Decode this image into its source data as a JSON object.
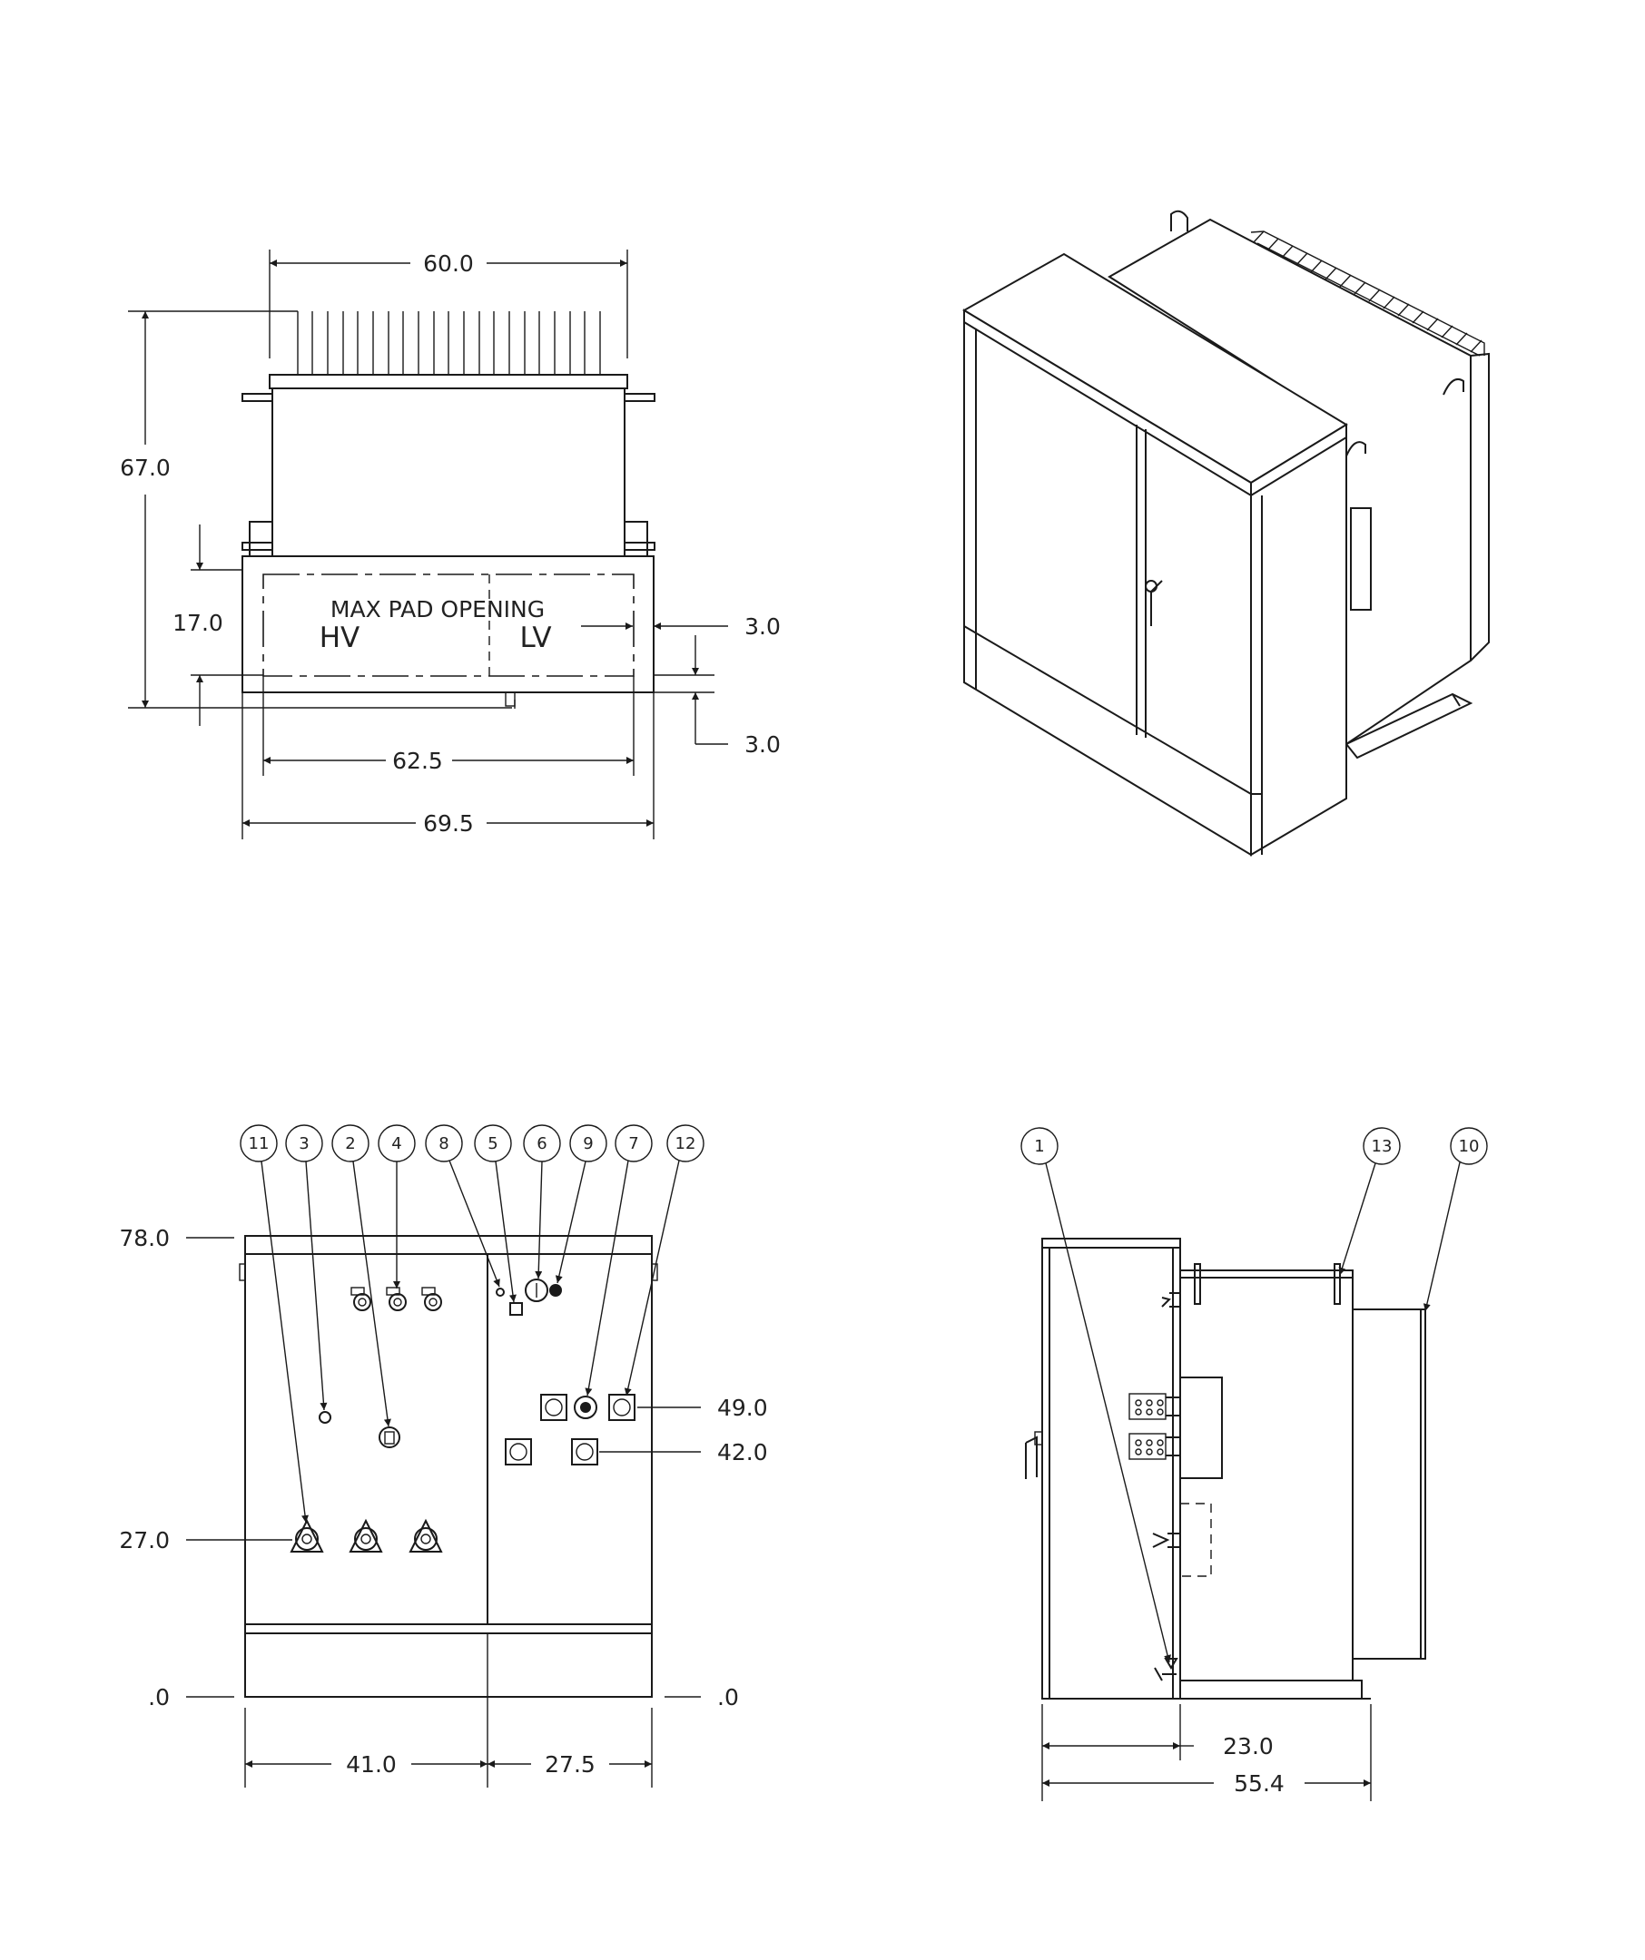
{
  "top_view": {
    "dims": {
      "width_60": "60.0",
      "height_67": "67.0",
      "pad_17": "17.0",
      "offset_top": "3.0",
      "offset_bottom": "3.0",
      "pad_62": "62.5",
      "overall_69": "69.5"
    },
    "labels": {
      "pad": "MAX PAD OPENING",
      "hv": "HV",
      "lv": "LV"
    }
  },
  "front_view": {
    "dims": {
      "h78": "78.0",
      "h49": "49.0",
      "h42": "42.0",
      "h27": "27.0",
      "zero_left": ".0",
      "zero_right": ".0",
      "w41": "41.0",
      "w275": "27.5"
    },
    "balloons": [
      "11",
      "3",
      "2",
      "4",
      "8",
      "5",
      "6",
      "9",
      "7",
      "12"
    ]
  },
  "side_view": {
    "dims": {
      "d23": "23.0",
      "d554": "55.4"
    },
    "balloons": [
      "1",
      "13",
      "10"
    ]
  }
}
